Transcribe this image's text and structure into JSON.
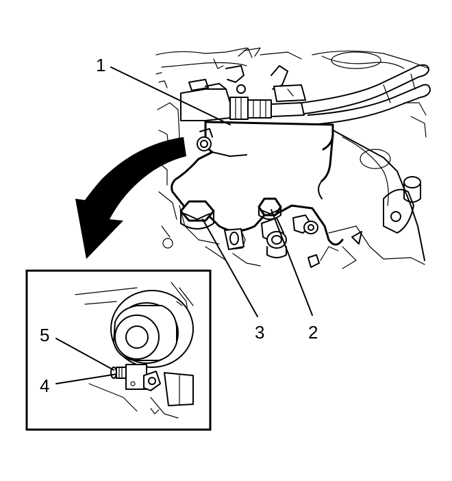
{
  "callouts": {
    "c1": "1",
    "c2": "2",
    "c3": "3",
    "c4": "4",
    "c5": "5"
  },
  "colors": {
    "line": "#000000",
    "background": "#ffffff"
  }
}
